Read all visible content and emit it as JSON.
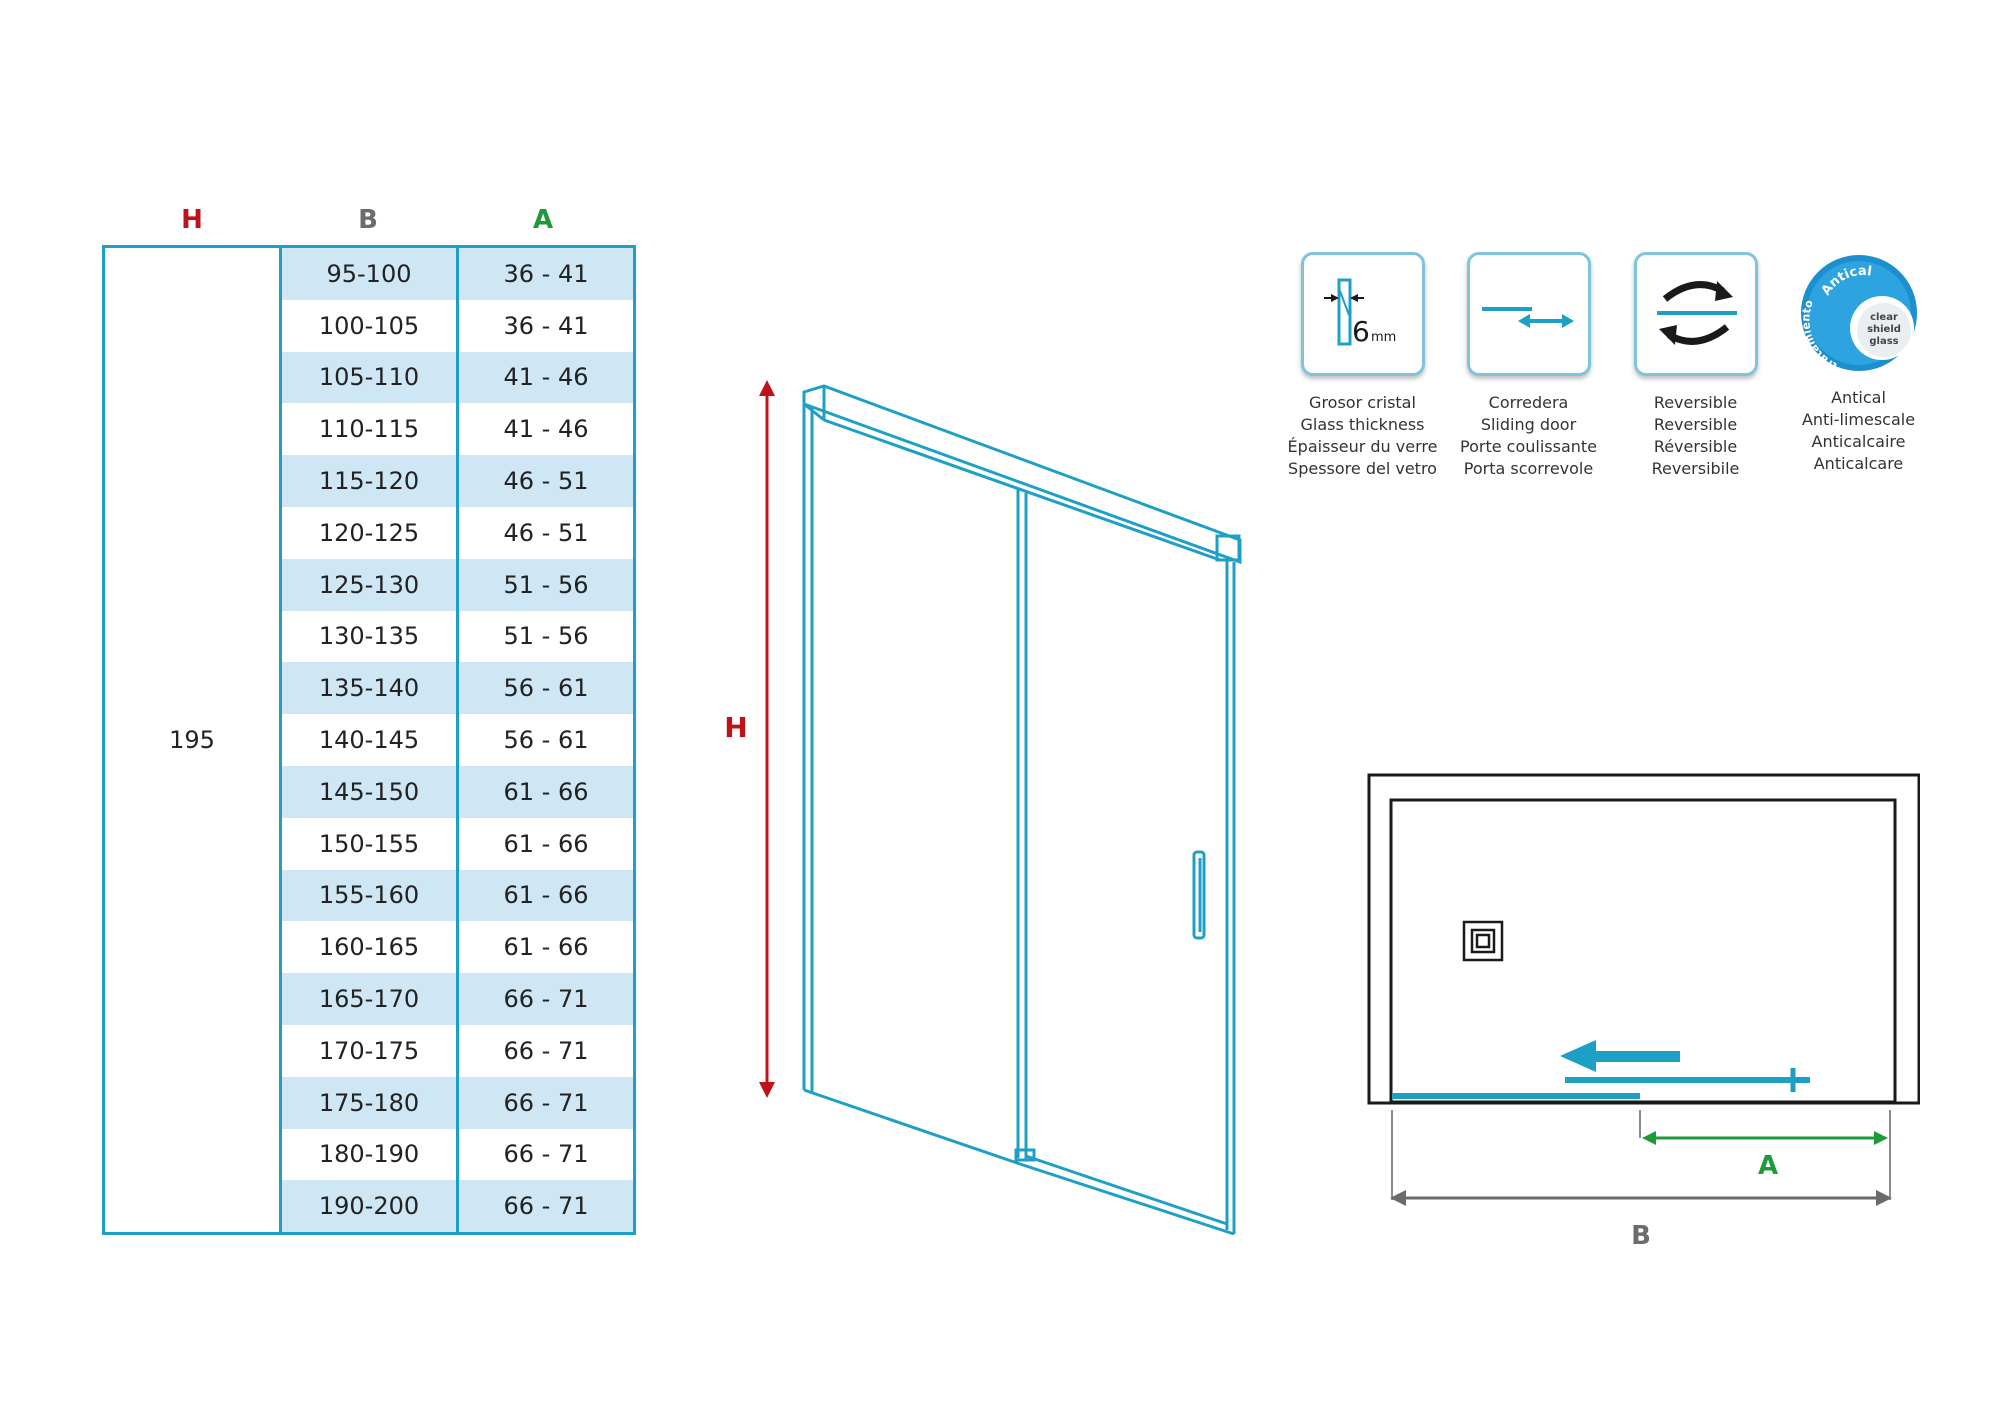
{
  "table": {
    "headers": {
      "h": "H",
      "b": "B",
      "a": "A"
    },
    "h_value": "195",
    "rows": [
      {
        "b": "95-100",
        "a": "36 - 41"
      },
      {
        "b": "100-105",
        "a": "36 - 41"
      },
      {
        "b": "105-110",
        "a": "41 - 46"
      },
      {
        "b": "110-115",
        "a": "41 - 46"
      },
      {
        "b": "115-120",
        "a": "46 - 51"
      },
      {
        "b": "120-125",
        "a": "46 - 51"
      },
      {
        "b": "125-130",
        "a": "51 - 56"
      },
      {
        "b": "130-135",
        "a": "51 - 56"
      },
      {
        "b": "135-140",
        "a": "56 - 61"
      },
      {
        "b": "140-145",
        "a": "56 - 61"
      },
      {
        "b": "145-150",
        "a": "61 - 66"
      },
      {
        "b": "150-155",
        "a": "61 - 66"
      },
      {
        "b": "155-160",
        "a": "61 - 66"
      },
      {
        "b": "160-165",
        "a": "61 - 66"
      },
      {
        "b": "165-170",
        "a": "66 - 71"
      },
      {
        "b": "170-175",
        "a": "66 - 71"
      },
      {
        "b": "175-180",
        "a": "66 - 71"
      },
      {
        "b": "180-190",
        "a": "66 - 71"
      },
      {
        "b": "190-200",
        "a": "66 - 71"
      }
    ]
  },
  "door_diagram": {
    "height_label": "H"
  },
  "plan_diagram": {
    "a_label": "A",
    "b_label": "B"
  },
  "features": [
    {
      "icon": "glass-thickness-icon",
      "badge": "6",
      "badge_unit": "mm",
      "lines": [
        "Grosor cristal",
        "Glass thickness",
        "Épaisseur du verre",
        "Spessore del vetro"
      ]
    },
    {
      "icon": "sliding-door-icon",
      "lines": [
        "Corredera",
        "Sliding door",
        "Porte coulissante",
        "Porta scorrevole"
      ]
    },
    {
      "icon": "reversible-icon",
      "lines": [
        "Reversible",
        "Reversible",
        "Réversible",
        "Reversibile"
      ]
    },
    {
      "icon": "antical-badge-icon",
      "badge_arc": "Antical",
      "badge_side": "tratamiento",
      "badge_inner": [
        "clear",
        "shield",
        "glass"
      ],
      "lines": [
        "Antical",
        "Anti-limescale",
        "Anticalcaire",
        "Anticalcare"
      ]
    }
  ],
  "colors": {
    "accent_blue": "#1e9fc6",
    "row_shade": "#cfe6f5",
    "h_red": "#c0121a",
    "b_grey": "#6b6b6b",
    "a_green": "#1f9a3a"
  }
}
